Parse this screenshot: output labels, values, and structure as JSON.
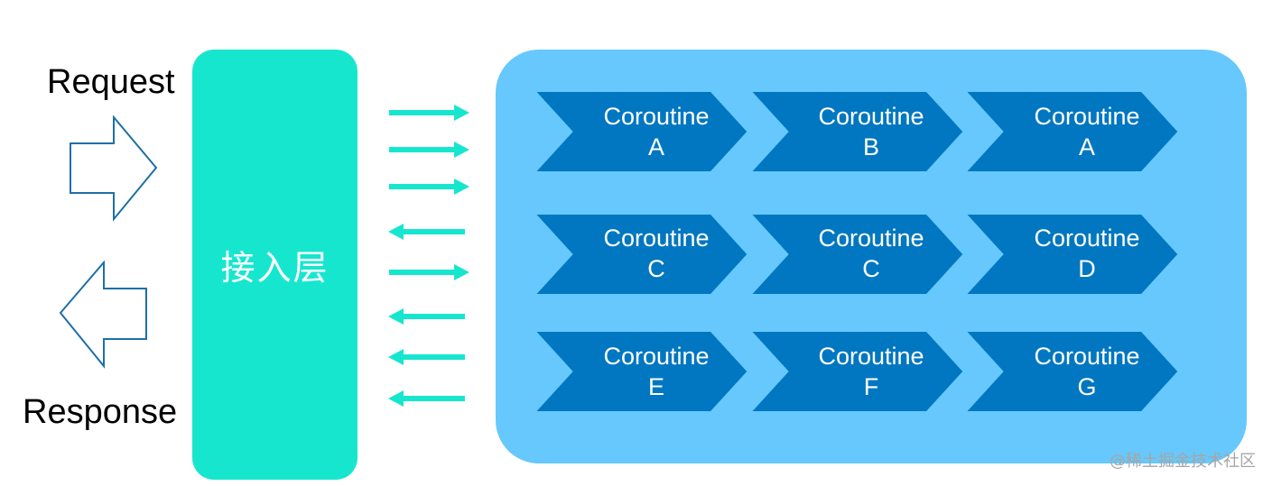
{
  "labels": {
    "request": "Request",
    "response": "Response",
    "gateway": "接入层",
    "watermark": "@稀土掘金技术社区"
  },
  "flow_directions": [
    "right",
    "right",
    "right",
    "left",
    "right",
    "left",
    "left",
    "left"
  ],
  "grid": [
    [
      {
        "title": "Coroutine",
        "id": "A"
      },
      {
        "title": "Coroutine",
        "id": "B"
      },
      {
        "title": "Coroutine",
        "id": "A"
      }
    ],
    [
      {
        "title": "Coroutine",
        "id": "C"
      },
      {
        "title": "Coroutine",
        "id": "C"
      },
      {
        "title": "Coroutine",
        "id": "D"
      }
    ],
    [
      {
        "title": "Coroutine",
        "id": "E"
      },
      {
        "title": "Coroutine",
        "id": "F"
      },
      {
        "title": "Coroutine",
        "id": "G"
      }
    ]
  ],
  "colors": {
    "gateway": "#17e6cf",
    "pool": "#66c8fc",
    "chevron": "#0077c0",
    "flow_arrow": "#17e6cf",
    "outline_arrow": "#1f6fa8"
  }
}
